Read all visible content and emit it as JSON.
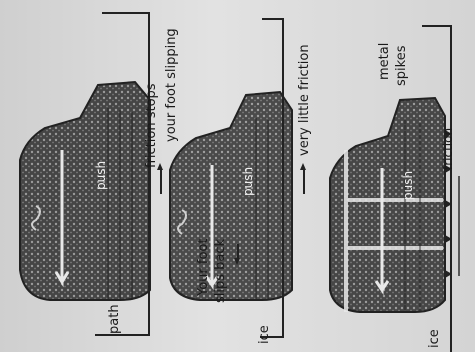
{
  "panels": [
    {
      "labels": {
        "top": "friction stops",
        "bottom": "your foot slipping",
        "surface": "path",
        "push": "push"
      }
    },
    {
      "labels": {
        "top": "very little friction",
        "slip1": "Your foot",
        "slip2": "slips back",
        "surface": "ice",
        "push": "push"
      }
    },
    {
      "labels": {
        "spikes1": "metal",
        "spikes2": "spikes",
        "friction": "friction",
        "surface": "ice",
        "push": "push"
      }
    }
  ],
  "colors": {
    "ink": "#1a1a1a",
    "boot": "#3a3a3a",
    "paper": "#d9d9d9"
  }
}
